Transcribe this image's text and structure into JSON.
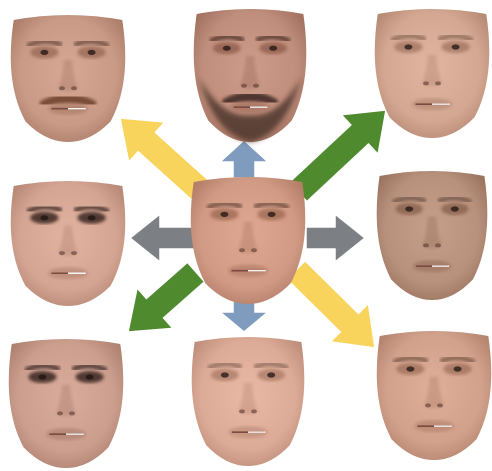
{
  "figure": {
    "background": "#ffffff",
    "arrow_colors": {
      "yellow": "#f8d45c",
      "green": "#4f8a2e",
      "gray": "#7c7f83",
      "blue": "#7f9bbd"
    },
    "faces": [
      {
        "name": "face-top-left",
        "skin": "#c99a86",
        "beard": "mustache",
        "brows": "#6b4a3c"
      },
      {
        "name": "face-top-center",
        "skin": "#c08e7c",
        "beard": "full",
        "brows": "#4d3128"
      },
      {
        "name": "face-top-right",
        "skin": "#d3a792",
        "beard": "none",
        "brows": "#8b6957"
      },
      {
        "name": "face-middle-left",
        "skin": "#d4a592",
        "beard": "none",
        "brows": "#3c2a25",
        "eyes_dark": true
      },
      {
        "name": "face-center",
        "skin": "#d09a84",
        "beard": "none",
        "brows": "#6e4b3d"
      },
      {
        "name": "face-middle-right",
        "skin": "#b8917c",
        "beard": "none",
        "brows": "#6f5548"
      },
      {
        "name": "face-bottom-left",
        "skin": "#cc9e8e",
        "beard": "none",
        "brows": "#3a2a27",
        "eyes_dark": true
      },
      {
        "name": "face-bottom-center",
        "skin": "#dcab97",
        "beard": "none",
        "brows": "#8f6b5a"
      },
      {
        "name": "face-bottom-right",
        "skin": "#d1a18c",
        "beard": "none",
        "brows": "#7a5747"
      }
    ],
    "arrows": [
      {
        "name": "arrow-up-left-yellow",
        "color": "yellow",
        "direction": "up-left"
      },
      {
        "name": "arrow-up-blue",
        "color": "blue",
        "direction": "up"
      },
      {
        "name": "arrow-up-right-green",
        "color": "green",
        "direction": "up-right"
      },
      {
        "name": "arrow-left-gray",
        "color": "gray",
        "direction": "left"
      },
      {
        "name": "arrow-right-gray",
        "color": "gray",
        "direction": "right"
      },
      {
        "name": "arrow-down-left-green",
        "color": "green",
        "direction": "down-left"
      },
      {
        "name": "arrow-down-blue",
        "color": "blue",
        "direction": "down"
      },
      {
        "name": "arrow-down-right-yellow",
        "color": "yellow",
        "direction": "down-right"
      }
    ]
  }
}
